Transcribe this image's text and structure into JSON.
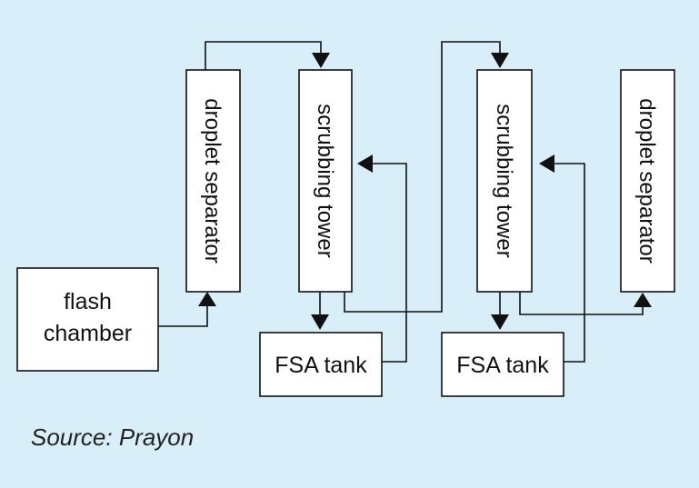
{
  "diagram": {
    "flash_chamber": [
      "flash",
      "chamber"
    ],
    "droplet_separator_1": "droplet separator",
    "scrubbing_tower_1": "scrubbing tower",
    "fsa_tank_1": "FSA tank",
    "scrubbing_tower_2": "scrubbing tower",
    "fsa_tank_2": "FSA tank",
    "droplet_separator_2": "droplet separator"
  },
  "source": "Source: Prayon",
  "colors": {
    "background": "#d8eef9",
    "box_fill": "#ffffff",
    "line": "#111111"
  }
}
